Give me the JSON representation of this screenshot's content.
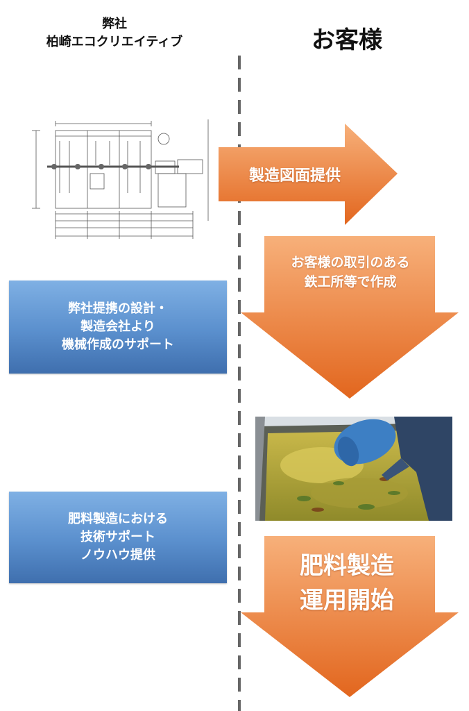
{
  "header": {
    "company_line1": "弊社",
    "company_line2": "柏崎エコクリエイティブ",
    "customer": "お客様"
  },
  "steps": {
    "drawing_arrow": "製造図面提供",
    "ironworks_arrow": [
      "お客様の取引のある",
      "鉄工所等で作成"
    ],
    "operation_arrow": [
      "肥料製造",
      "運用開始"
    ]
  },
  "support_boxes": [
    {
      "lines": [
        "弊社提携の設計・",
        "製造会社より",
        "機械作成のサポート"
      ]
    },
    {
      "lines": [
        "肥料製造における",
        "技術サポート",
        "ノウハウ提供"
      ]
    }
  ],
  "colors": {
    "arrow_orange_light": "#f6a56a",
    "arrow_orange_dark": "#e2661e",
    "box_blue_light": "#7fb0e4",
    "box_blue_dark": "#3f6fae"
  }
}
